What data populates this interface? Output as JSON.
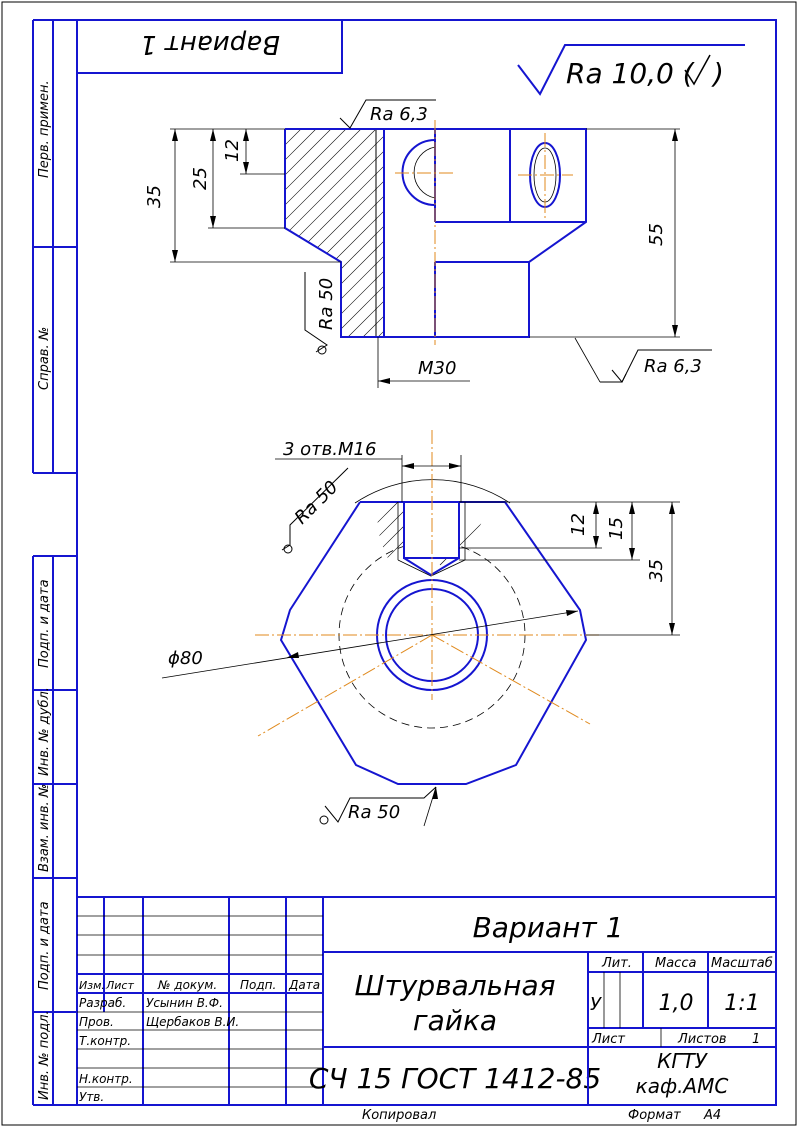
{
  "side_stamp": {
    "perv_primen": "Перв. примен.",
    "sprav_no": "Справ. №",
    "podp_data_1": "Подп. и дата",
    "inv_dubl": "Инв. № дубл.",
    "vzam_inv": "Взам. инв. №",
    "podp_data_2": "Подп. и дата",
    "inv_podl": "Инв. № подл."
  },
  "variant_box_rotated": "Вариант 1",
  "general_roughness": "Ra 10,0 (",
  "general_roughness_close": ")",
  "view_top": {
    "dims": {
      "d35": "35",
      "d25": "25",
      "d12": "12",
      "d55": "55",
      "m30": "М30"
    },
    "roughness": {
      "top": "Ra 6,3",
      "left": "Ra 50",
      "bottom": "Ra 6,3"
    }
  },
  "view_plan": {
    "holes_label": "3 отв.М16",
    "dims": {
      "d12": "12",
      "d15": "15",
      "d35": "35",
      "phi80": "ϕ80"
    },
    "roughness": {
      "upper": "Ra 50",
      "lower": "Ra 50"
    }
  },
  "title_block": {
    "variant": "Вариант 1",
    "name_line1": "Штурвальная",
    "name_line2": "гайка",
    "material": "СЧ 15 ГОСТ 1412-85",
    "org_line1": "КГТУ",
    "org_line2": "каф.АМС",
    "col_headers": {
      "izm": "Изм.",
      "list": "Лист",
      "doc": "№ докум.",
      "podp": "Подп.",
      "data": "Дата"
    },
    "rows": {
      "razrab": "Разраб.",
      "razrab_name": "Усынин В.Ф.",
      "prov": "Пров.",
      "prov_name": "Щербаков В.И.",
      "tkontr": "Т.контр.",
      "nkontr": "Н.контр.",
      "utv": "Утв."
    },
    "lit_label": "Лит.",
    "massa_label": "Масса",
    "masshtab_label": "Масштаб",
    "lit_value": "У",
    "massa_value": "1,0",
    "masshtab_value": "1:1",
    "list_label": "Лист",
    "listov_label": "Листов",
    "listov_value": "1",
    "kopiroval": "Копировал",
    "format_label": "Формат",
    "format_value": "А4"
  },
  "colors": {
    "outline": "#1515d0",
    "centerline": "#e08a1e",
    "thin": "#000000"
  }
}
